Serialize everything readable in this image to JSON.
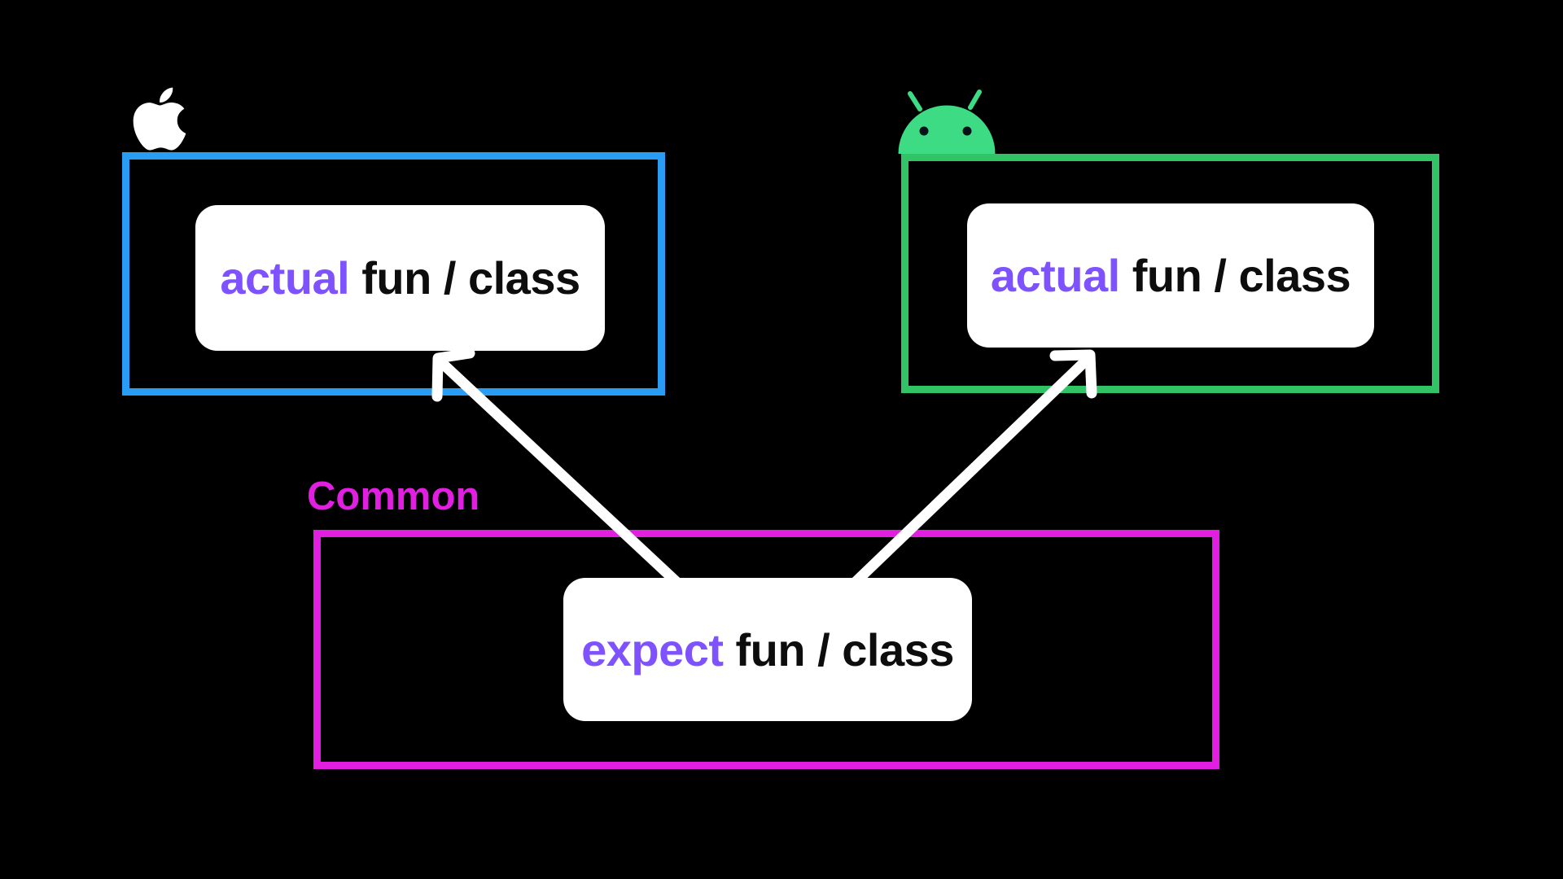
{
  "colors": {
    "background": "#000000",
    "ios_border": "#299CF4",
    "android_border": "#32C366",
    "common_border": "#E01FE0",
    "keyword": "#7F52FF",
    "card_bg": "#FFFFFF",
    "card_text": "#0D0D0D",
    "arrow": "#FFFFFF",
    "android_icon": "#3DDC84",
    "apple_icon": "#FFFFFF"
  },
  "ios": {
    "icon": "apple-icon",
    "card": {
      "keyword": "actual",
      "rest": "fun / class"
    }
  },
  "android": {
    "icon": "android-icon",
    "card": {
      "keyword": "actual",
      "rest": "fun / class"
    }
  },
  "common": {
    "label": "Common",
    "card": {
      "keyword": "expect",
      "rest": "fun / class"
    }
  },
  "arrows": [
    {
      "name": "expect-to-ios",
      "from": "expect card",
      "to": "iOS actual card"
    },
    {
      "name": "expect-to-android",
      "from": "expect card",
      "to": "Android actual card"
    }
  ]
}
